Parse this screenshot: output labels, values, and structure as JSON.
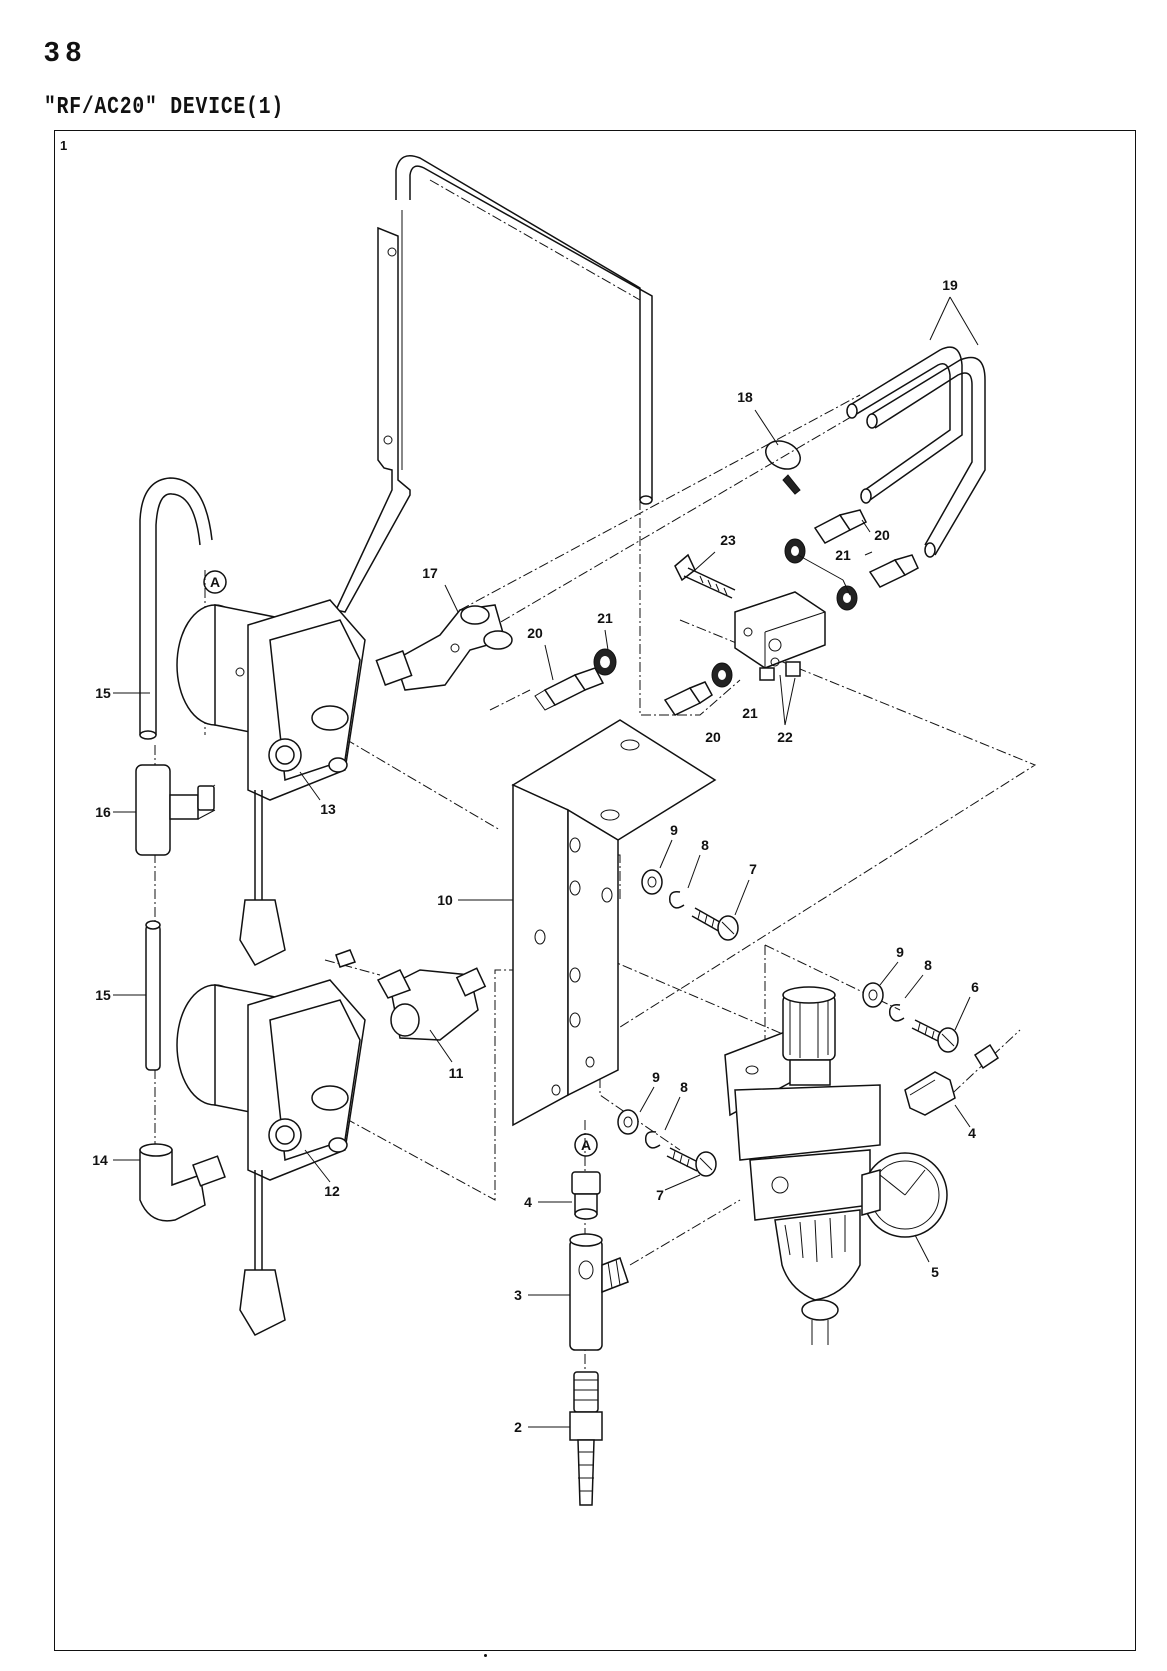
{
  "page": {
    "number": "38",
    "title": "\"RF/AC20\" DEVICE(1)"
  },
  "figure": {
    "number": "1"
  },
  "callouts": [
    {
      "id": "c2",
      "label": "2"
    },
    {
      "id": "c3",
      "label": "3"
    },
    {
      "id": "c4a",
      "label": "4"
    },
    {
      "id": "c4b",
      "label": "4"
    },
    {
      "id": "c5",
      "label": "5"
    },
    {
      "id": "c6",
      "label": "6"
    },
    {
      "id": "c7a",
      "label": "7"
    },
    {
      "id": "c7b",
      "label": "7"
    },
    {
      "id": "c8a",
      "label": "8"
    },
    {
      "id": "c8b",
      "label": "8"
    },
    {
      "id": "c8c",
      "label": "8"
    },
    {
      "id": "c9a",
      "label": "9"
    },
    {
      "id": "c9b",
      "label": "9"
    },
    {
      "id": "c9c",
      "label": "9"
    },
    {
      "id": "c10",
      "label": "10"
    },
    {
      "id": "c11",
      "label": "11"
    },
    {
      "id": "c12",
      "label": "12"
    },
    {
      "id": "c13",
      "label": "13"
    },
    {
      "id": "c14",
      "label": "14"
    },
    {
      "id": "c15a",
      "label": "15"
    },
    {
      "id": "c15b",
      "label": "15"
    },
    {
      "id": "c16",
      "label": "16"
    },
    {
      "id": "c17",
      "label": "17"
    },
    {
      "id": "c18",
      "label": "18"
    },
    {
      "id": "c19",
      "label": "19"
    },
    {
      "id": "c20a",
      "label": "20"
    },
    {
      "id": "c20b",
      "label": "20"
    },
    {
      "id": "c20c",
      "label": "20"
    },
    {
      "id": "c21a",
      "label": "21"
    },
    {
      "id": "c21b",
      "label": "21"
    },
    {
      "id": "c21c",
      "label": "21"
    },
    {
      "id": "c22",
      "label": "22"
    },
    {
      "id": "c23",
      "label": "23"
    }
  ],
  "connector_marks": {
    "a1": "A",
    "a2": "A"
  }
}
